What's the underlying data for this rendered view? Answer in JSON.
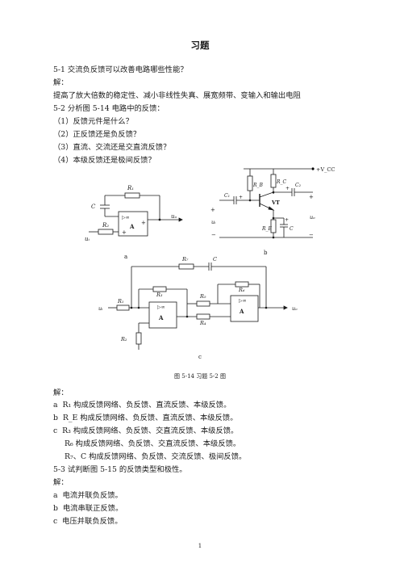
{
  "page_title": "习题",
  "q51": {
    "question": "5-1  交流负反馈可以改善电路哪些性能？",
    "solution_label": "解：",
    "answer": "提高了放大倍数的稳定性、减小非线性失真、展宽频带、变输入和输出电阻"
  },
  "q52": {
    "question": "5-2  分析图 5-14 电路中的反馈：",
    "items": [
      "（1）反馈元件是什么？",
      "（2）正反馈还是负反馈？",
      "（3）直流、交流还是交直流反馈？",
      "（4）本级反馈还是极间反馈？"
    ],
    "solution_label": "解：",
    "answers": [
      {
        "letter": "a",
        "text": "R₁ 构成反馈网络、负反馈、直流反馈、本级反馈。"
      },
      {
        "letter": "b",
        "text": "R_E 构成反馈网络、负反馈、直流反馈、本级反馈。"
      },
      {
        "letter": "c",
        "text": "R₃ 构成反馈网络、负反馈、交直流反馈、本级反馈。"
      },
      {
        "letter": "",
        "text": "R₆ 构成反馈网络、负反馈、交直流反馈、本级反馈。"
      },
      {
        "letter": "",
        "text": "R₇、C 构成反馈网络、负反馈、交流反馈、极间反馈。"
      }
    ]
  },
  "q53": {
    "question": "5-3  试判断图 5-15 的反馈类型和极性。",
    "solution_label": "解：",
    "answers": [
      {
        "letter": "a",
        "text": "电流并联负反馈。"
      },
      {
        "letter": "b",
        "text": "电流串联正反馈。"
      },
      {
        "letter": "c",
        "text": "电压并联负反馈。"
      }
    ]
  },
  "figure": {
    "caption": "图 5-14  习题 5-2 图",
    "sub_a": "a",
    "sub_b": "b",
    "sub_c": "c",
    "a_labels": {
      "r1": "R₁",
      "r2": "R₂",
      "c": "C",
      "ui": "uᵢ",
      "uo": "uₒ",
      "amp": "A",
      "inf": "▷∞",
      "plus": "+"
    },
    "b_labels": {
      "rb": "R_B",
      "rc": "R_C",
      "re": "R_E",
      "c1": "C₁",
      "c2": "C₂",
      "c": "C",
      "vt": "VT",
      "vcc": "+V_CC",
      "ui": "uᵢ",
      "uo": "uₒ",
      "plus": "+",
      "minus": "−"
    },
    "c_labels": {
      "r1": "R₁",
      "r2": "R₂",
      "r3": "R₃",
      "r4": "R₄",
      "r5": "R₅",
      "r6": "R₆",
      "r7": "R₇",
      "c": "C",
      "ui": "uᵢ",
      "uo": "uₒ",
      "amp": "A",
      "inf": "▷∞"
    }
  },
  "page_number": "1"
}
